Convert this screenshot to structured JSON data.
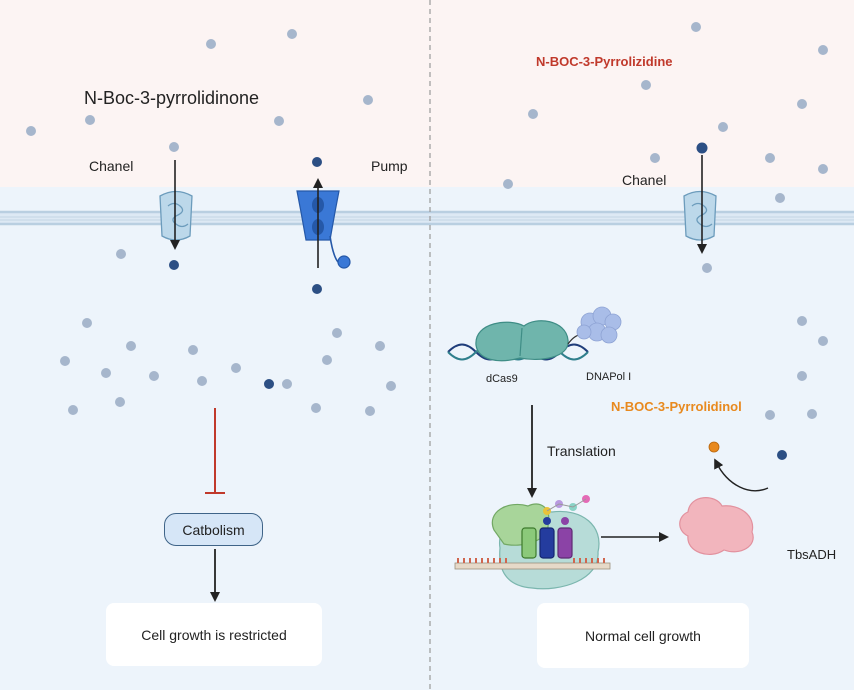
{
  "left": {
    "compound_label": "N-Boc-3-pyrrolidinone",
    "channel_label": "Chanel",
    "pump_label": "Pump",
    "process_label": "Catbolism",
    "outcome_label": "Cell growth is restricted"
  },
  "right": {
    "compound_label": "N-BOC-3-Pyrrolizidine",
    "channel_label": "Chanel",
    "dcas9_label": "dCas9",
    "dnapol_label": "DNAPol I",
    "product_label": "N-BOC-3-Pyrrolidinol",
    "translation_label": "Translation",
    "enzyme_label": "TbsADH",
    "outcome_label": "Normal cell growth"
  },
  "colors": {
    "outside_bg": "#fcf4f3",
    "cell_bg": "#edf4fb",
    "membrane": "#b9cfe1",
    "molecule": "#a6b6cc",
    "molecule_dark": "#2c4f84",
    "inhibit": "#c0392b",
    "left_compound_text": "#222222",
    "right_compound_text": "#c0392b",
    "product_text": "#e8891e",
    "product_dot": "#e8891e"
  }
}
